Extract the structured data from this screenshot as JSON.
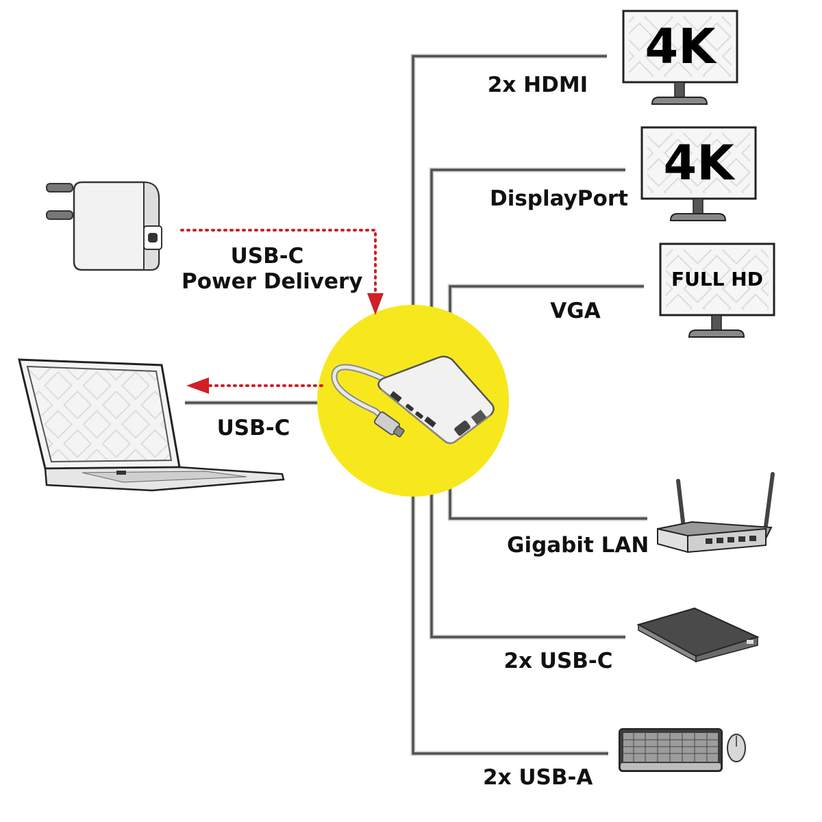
{
  "labels": {
    "power_delivery_line1": "USB-C",
    "power_delivery_line2": "Power Delivery",
    "laptop_link": "USB-C",
    "hdmi": "2x HDMI",
    "displayport": "DisplayPort",
    "vga": "VGA",
    "lan": "Gigabit LAN",
    "usb_c_out": "2x USB-C",
    "usb_a_out": "2x USB-A"
  },
  "monitors": {
    "hdmi_resolution": "4K",
    "displayport_resolution": "4K",
    "vga_resolution": "FULL HD"
  },
  "colors": {
    "hub_circle": "#f7e81e",
    "arrow_red": "#d11f26",
    "line_gray": "#555555"
  },
  "icons": {
    "charger": "power-adapter-icon",
    "laptop": "laptop-icon",
    "hub": "usb-c-hub-icon",
    "monitor": "monitor-icon",
    "router": "router-icon",
    "drive": "external-drive-icon",
    "keyboard": "keyboard-mouse-icon"
  }
}
